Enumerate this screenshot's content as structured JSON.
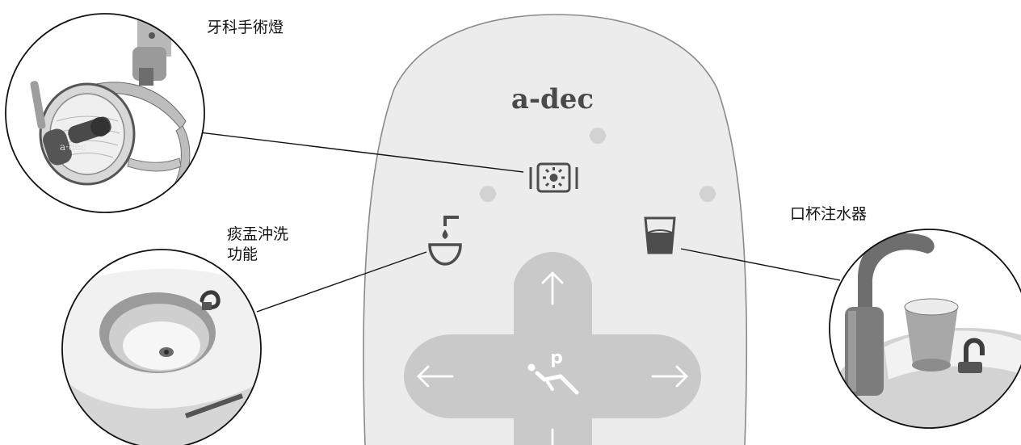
{
  "brand": "a-dec",
  "callouts": {
    "dental_light": "牙科手術燈",
    "cuspidor_rinse": [
      "痰盂沖洗",
      "功能"
    ],
    "cup_filler": "口杯注水器"
  },
  "panel_icons": [
    "light-icon",
    "cuspidor-icon",
    "cup-fill-icon",
    "arrow-up-icon",
    "arrow-left-icon",
    "arrow-right-icon",
    "arrow-down-icon",
    "chair-position-icon"
  ],
  "program_key_label": "p",
  "colors": {
    "panel_fill": "#ececec",
    "panel_stroke": "#8a8a8a",
    "touchpad": "#c9c9c9",
    "indicator": "#d2d2d2",
    "icon": "#4d4d4d",
    "arrow": "#ffffff"
  }
}
